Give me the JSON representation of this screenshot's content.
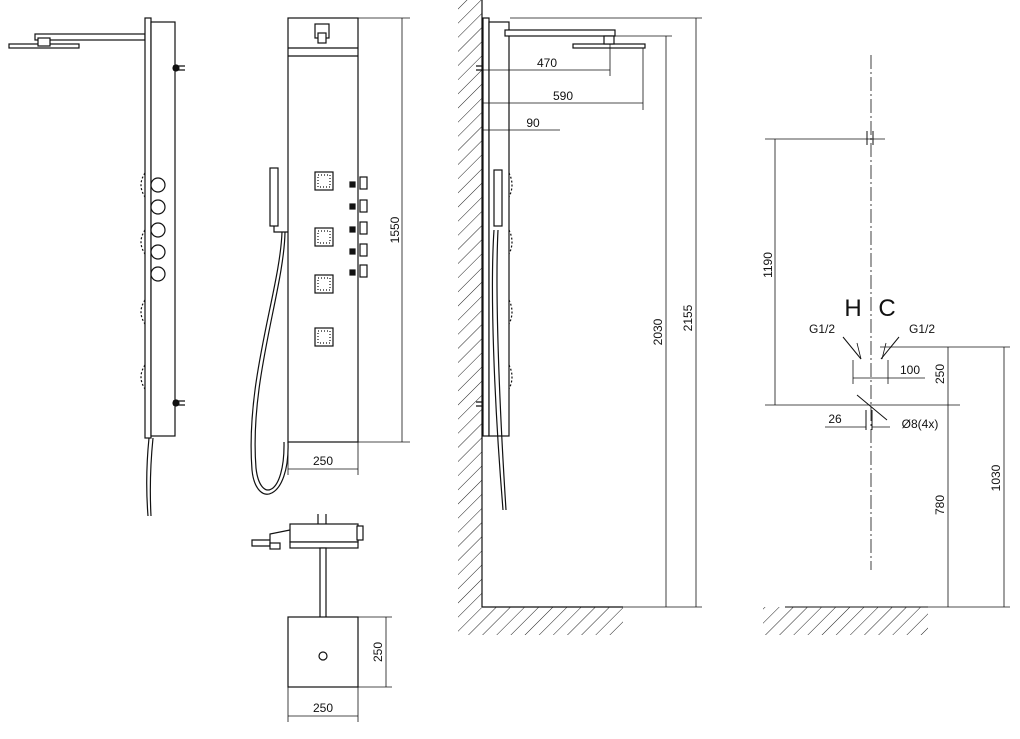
{
  "front_view": {
    "height_label": "1550",
    "width_label": "250"
  },
  "top_view": {
    "depth_label": "250",
    "width_label": "250"
  },
  "wall_view": {
    "dim_470": "470",
    "dim_590": "590",
    "dim_90": "90",
    "dim_2030": "2030",
    "dim_2155": "2155"
  },
  "installation_view": {
    "hot_label": "H",
    "cold_label": "C",
    "hot_thread": "G1/2",
    "cold_thread": "G1/2",
    "dim_1190": "1190",
    "dim_100": "100",
    "dim_250": "250",
    "dim_26": "26",
    "hole_label": "Ø8(4x)",
    "dim_780": "780",
    "dim_1030": "1030"
  }
}
